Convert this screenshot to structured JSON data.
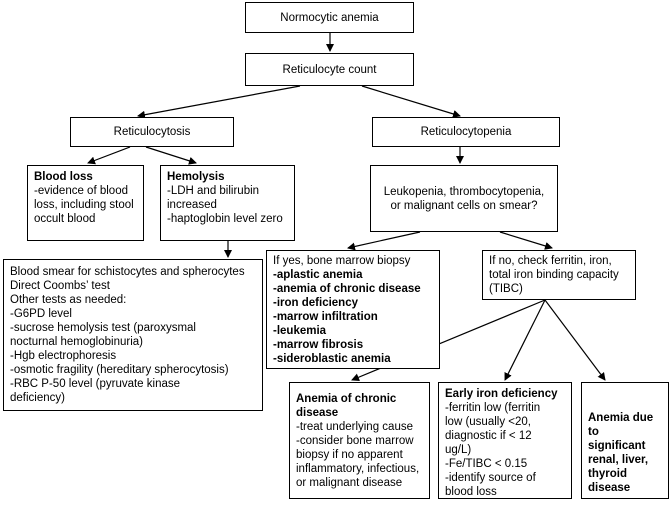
{
  "nodes": {
    "normocytic": "Normocytic anemia",
    "retic_count": "Reticulocyte count",
    "reticulocytosis": "Reticulocytosis",
    "reticulocytopenia": "Reticulocytopenia",
    "blood_loss": {
      "title": "Blood loss",
      "lines": [
        "-evidence of blood",
        "loss, including stool",
        "occult blood"
      ]
    },
    "hemolysis": {
      "title": "Hemolysis",
      "lines": [
        "-LDH and bilirubin",
        "increased",
        "-haptoglobin level zero"
      ]
    },
    "leukopenia": [
      "Leukopenia, thrombocytopenia,",
      "or malignant cells on smear?"
    ],
    "smear": {
      "lines": [
        "Blood smear for schistocytes and spherocytes",
        "Direct Coombs’ test",
        "Other tests as needed:",
        "-G6PD level",
        "-sucrose hemolysis test (paroxysmal",
        "nocturnal hemoglobinuria)",
        "-Hgb electrophoresis",
        "-osmotic fragility (hereditary spherocytosis)",
        "-RBC P-50 level (pyruvate kinase",
        "deficiency)"
      ]
    },
    "biopsy": {
      "intro": "If yes, bone marrow biopsy",
      "items": [
        "-aplastic anemia",
        "-anemia of chronic disease",
        "-iron deficiency",
        "-marrow infiltration",
        "-leukemia",
        "-marrow fibrosis",
        "-sideroblastic anemia"
      ]
    },
    "ferritin": [
      "If no, check ferritin, iron,",
      "total iron binding capacity",
      "(TIBC)"
    ],
    "chronic": {
      "title": [
        "Anemia of chronic",
        "disease"
      ],
      "lines": [
        "-treat underlying cause",
        "-consider bone marrow",
        "biopsy if no apparent",
        "inflammatory, infectious,",
        "or malignant disease"
      ]
    },
    "early_iron": {
      "title": "Early iron deficiency",
      "lines": [
        "-ferritin low (ferritin",
        "low (usually <20,",
        "diagnostic if < 12",
        "ug/L)",
        "-Fe/TIBC < 0.15",
        "-identify source of",
        "blood loss"
      ]
    },
    "renal": [
      "Anemia due to",
      "significant",
      "renal, liver,",
      "thyroid disease"
    ]
  }
}
